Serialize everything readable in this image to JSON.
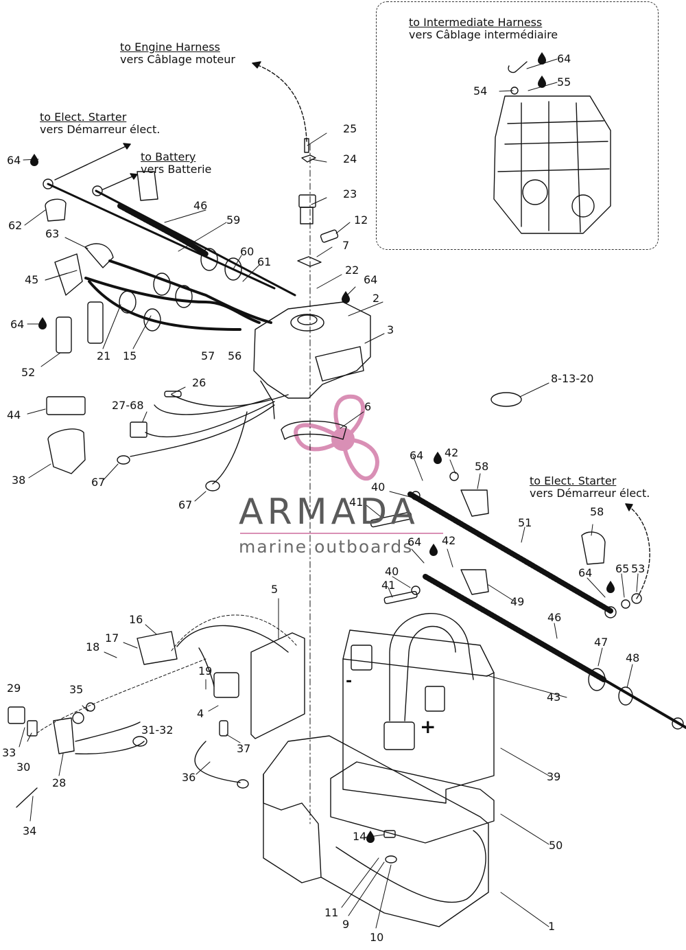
{
  "destinations": {
    "engine_harness": {
      "en": "to Engine Harness",
      "fr": "vers Câblage moteur"
    },
    "elect_starter_top": {
      "en": "to Elect. Starter",
      "fr": "vers Démarreur élect."
    },
    "battery": {
      "en": "to Battery",
      "fr": "vers Batterie"
    },
    "intermediate_harness": {
      "en": "to Intermediate Harness",
      "fr": "vers Câblage intermédiaire"
    },
    "elect_starter_right": {
      "en": "to Elect. Starter",
      "fr": "vers Démarreur élect."
    }
  },
  "watermark": {
    "name": "ARMADA",
    "subtitle": "marine outboards"
  },
  "battery_symbols": {
    "negative": "-",
    "positive": "+"
  },
  "part_labels": [
    "25",
    "24",
    "23",
    "12",
    "7",
    "22",
    "64",
    "2",
    "3",
    "64",
    "55",
    "54",
    "64",
    "46",
    "59",
    "60",
    "61",
    "63",
    "45",
    "64",
    "52",
    "21",
    "15",
    "57",
    "56",
    "62",
    "26",
    "27-68",
    "44",
    "38",
    "67",
    "67",
    "6",
    "8-13-20",
    "64",
    "42",
    "58",
    "40",
    "41",
    "51",
    "58",
    "64",
    "42",
    "40",
    "41",
    "49",
    "64",
    "65",
    "53",
    "46",
    "47",
    "48",
    "43",
    "5",
    "16",
    "17",
    "18",
    "19",
    "4",
    "29",
    "35",
    "33",
    "30",
    "31-32",
    "28",
    "37",
    "36",
    "34",
    "39",
    "50",
    "14",
    "11",
    "9",
    "10",
    "1"
  ]
}
